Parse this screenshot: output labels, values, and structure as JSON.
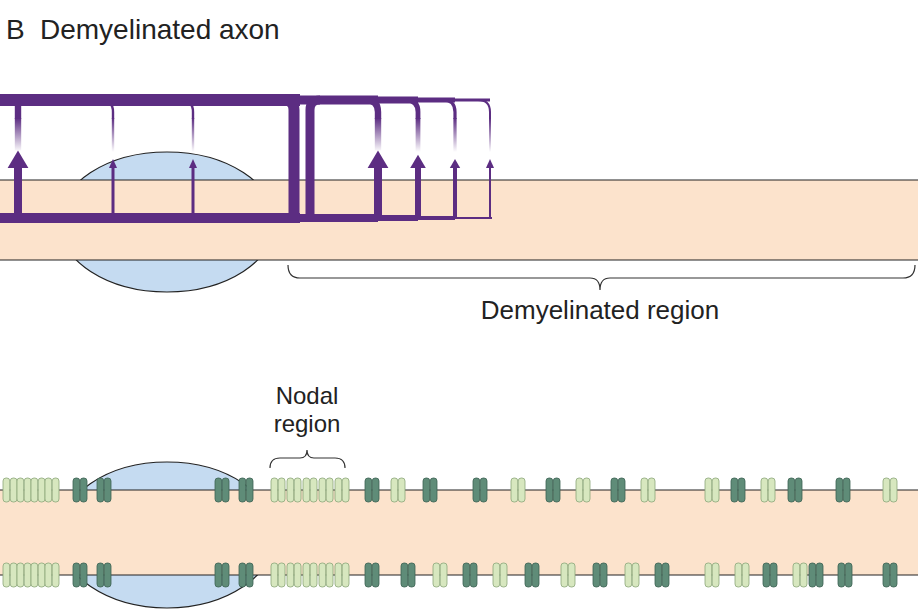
{
  "diagram": {
    "title": "Demyelinated axon",
    "labels": [
      "B",
      "Demyelinated region",
      "Nodal region"
    ]
  }
}
